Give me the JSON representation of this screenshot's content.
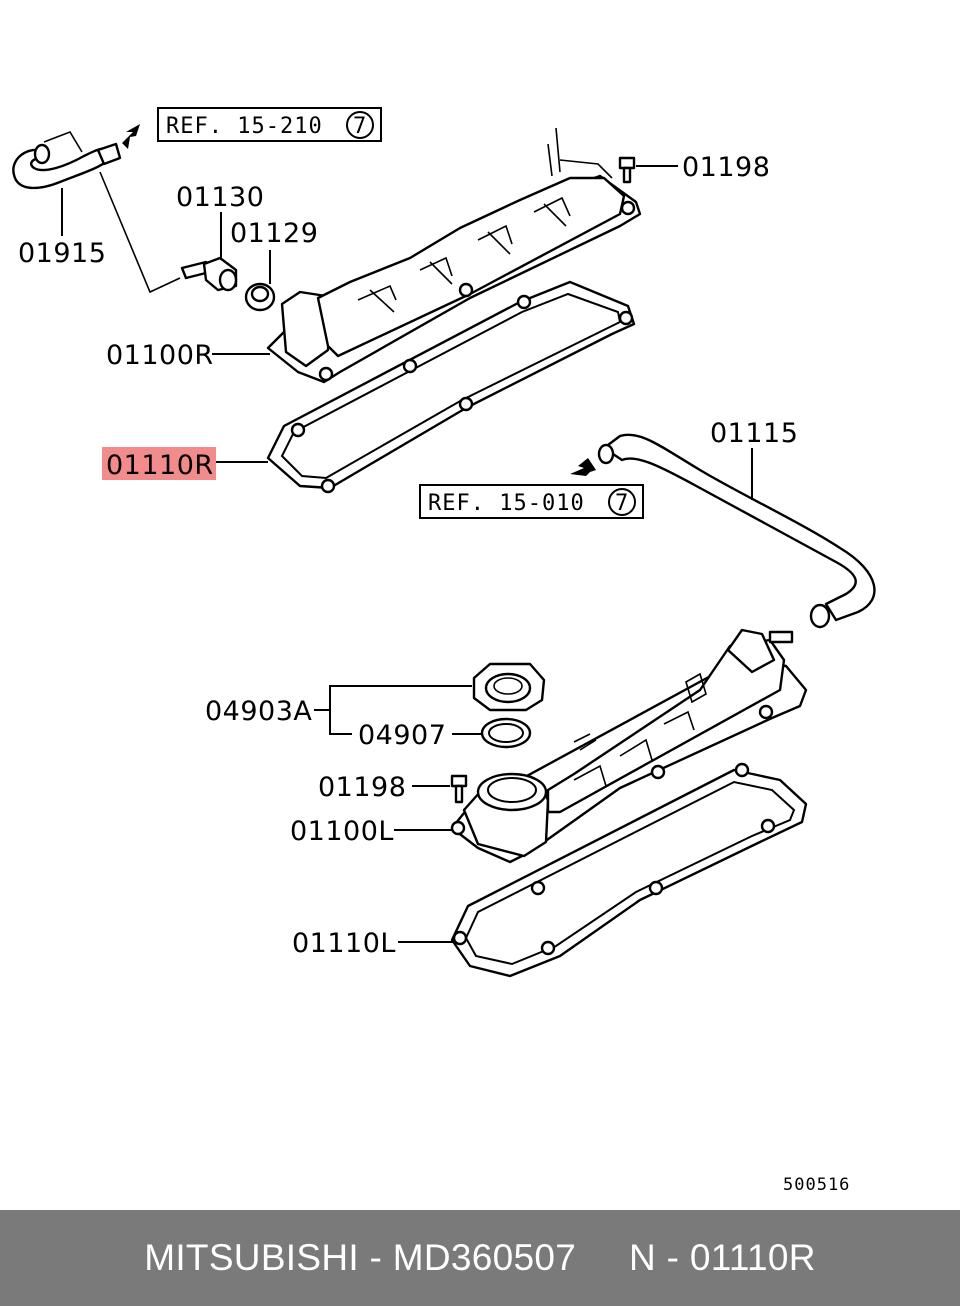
{
  "diagram": {
    "labels": {
      "p01915": "01915",
      "p01130": "01130",
      "p01129": "01129",
      "p01198_top": "01198",
      "p01100R": "01100R",
      "p01110R": "01110R",
      "p01115": "01115",
      "p04903A": "04903A",
      "p04907": "04907",
      "p01198_bottom": "01198",
      "p01100L": "01100L",
      "p01110L": "01110L"
    },
    "refs": {
      "top": {
        "text": "REF. 15-210",
        "num": "7"
      },
      "mid": {
        "text": "REF. 15-010",
        "num": "7"
      }
    },
    "drawing_code": "500516",
    "highlight_color": "#f28c8c"
  },
  "footer": {
    "text": "MITSUBISHI - MD360507     N - 01110R",
    "background": "#7a7a7a"
  }
}
